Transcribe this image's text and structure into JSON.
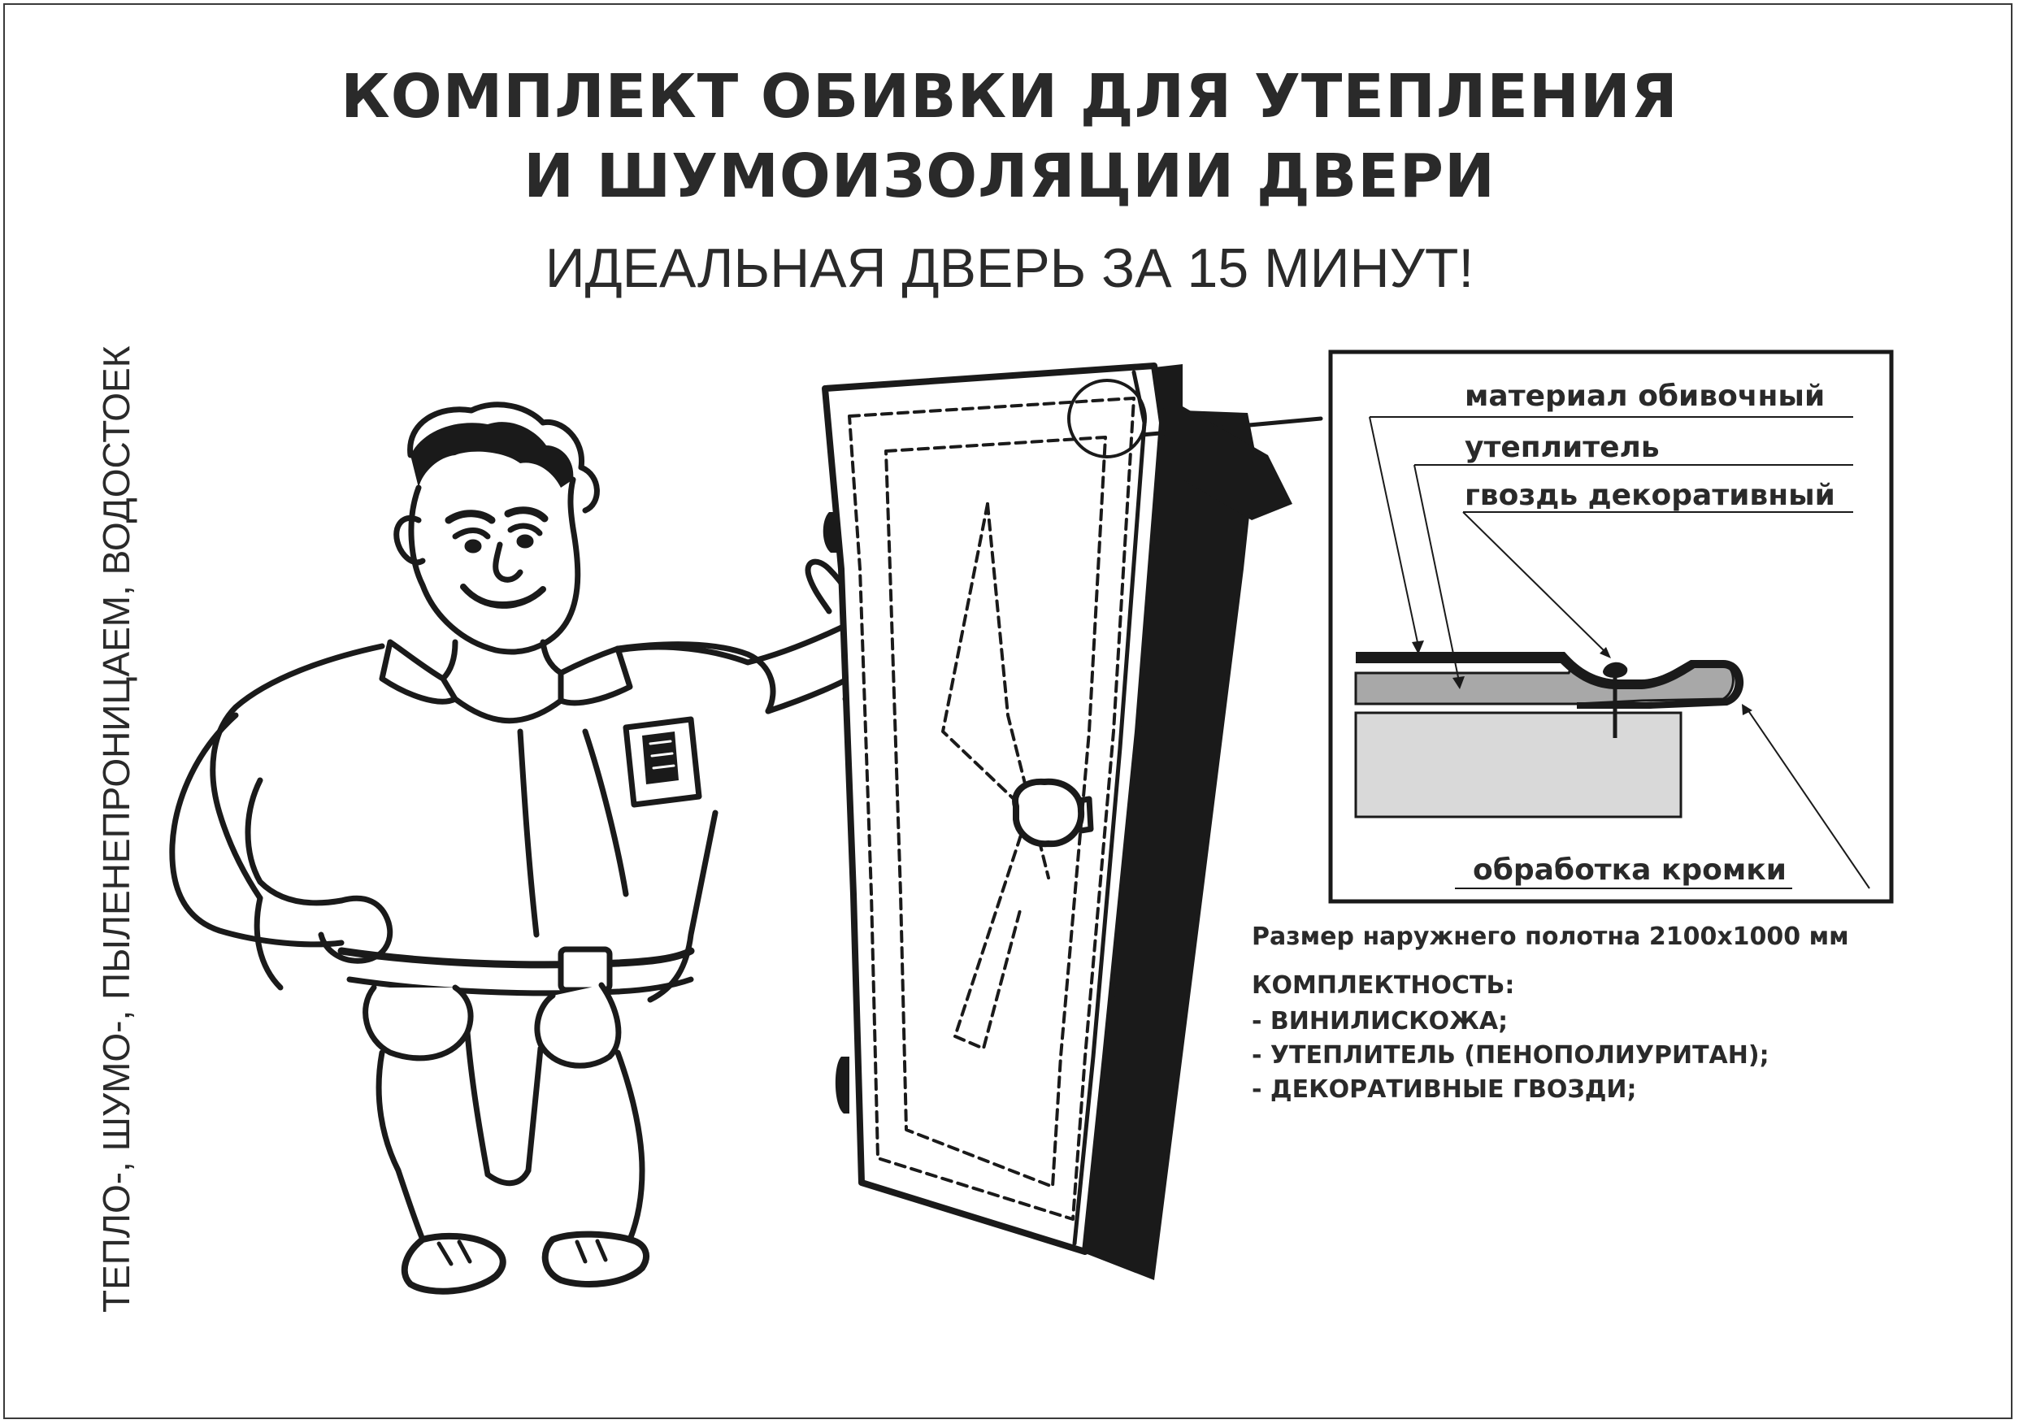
{
  "header": {
    "title_line1": "КОМПЛЕКТ ОБИВКИ ДЛЯ УТЕПЛЕНИЯ",
    "title_line2": "И ШУМОИЗОЛЯЦИИ ДВЕРИ",
    "subtitle": "ИДЕАЛЬНАЯ ДВЕРЬ ЗА 15 МИНУТ!"
  },
  "side_text": "ТЕПЛО-, ШУМО-, ПЫЛЕНЕПРОНИЦАЕМ, ВОДОСТОЕК",
  "diagram": {
    "labels": {
      "material": "материал обивочный",
      "insulation": "утеплитель",
      "nail": "гвоздь декоративный",
      "edge": "обработка кромки"
    }
  },
  "specs": {
    "size": "Размер наружнего полотна 2100х1000 мм",
    "kit_title": "КОМПЛЕКТНОСТЬ:",
    "kit_items": [
      "- ВИНИЛИСКОЖА;",
      "- УТЕПЛИТЕЛЬ (ПЕНОПОЛИУРИТАН);",
      "- ДЕКОРАТИВНЫЕ ГВОЗДИ;"
    ]
  },
  "colors": {
    "ink": "#2a2a2a",
    "insulation_fill": "#a8a8a8",
    "door_fill": "#d9d9d9"
  },
  "icons": {
    "figure": "handyman-illustration",
    "door": "door-illustration",
    "cross_section": "door-upholstery-cross-section"
  }
}
